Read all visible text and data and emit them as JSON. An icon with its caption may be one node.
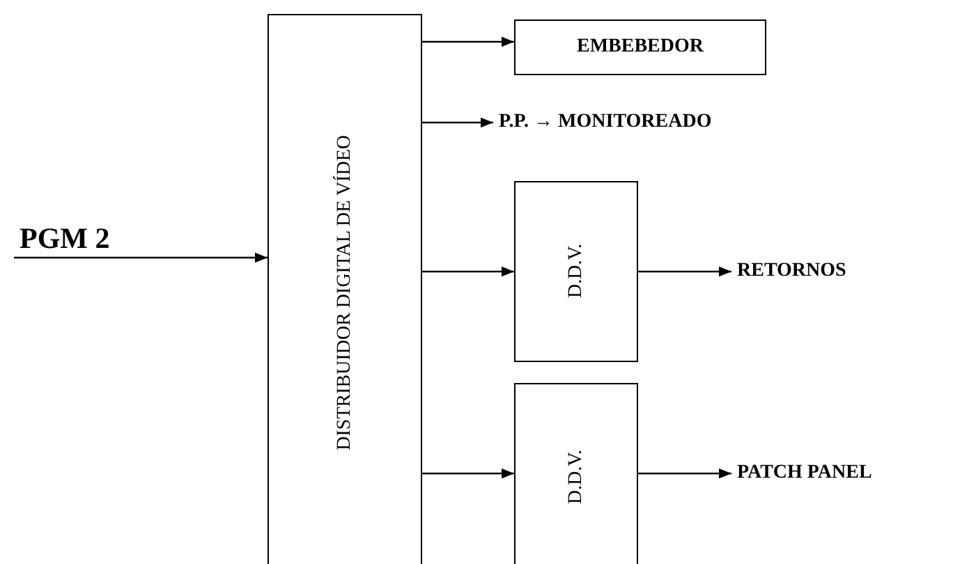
{
  "diagram": {
    "nodes": [
      {
        "text": [
          "PGM 2"
        ]
      },
      {
        "text": [
          "DISTRIBUIDOR DIGITAL DE VÍDEO"
        ]
      },
      {
        "text": [
          "EMBEBEDOR"
        ]
      },
      {
        "text": [
          "P.P. → MONITOREADO"
        ]
      },
      {
        "text": [
          "D.D.V."
        ]
      },
      {
        "text": [
          "RETORNOS"
        ]
      },
      {
        "text": [
          "D.D.V."
        ]
      },
      {
        "text": [
          "PATCH PANEL"
        ]
      }
    ],
    "edges": [
      {
        "from": 0,
        "to": 1,
        "arrow": "to"
      },
      {
        "from": 1,
        "to": 2,
        "arrow": "to"
      },
      {
        "from": 1,
        "to": 3,
        "arrow": "to"
      },
      {
        "from": 1,
        "to": 4,
        "arrow": "to"
      },
      {
        "from": 4,
        "to": 5,
        "arrow": "to"
      },
      {
        "from": 1,
        "to": 6,
        "arrow": "to"
      },
      {
        "from": 6,
        "to": 7,
        "arrow": "to"
      }
    ]
  }
}
